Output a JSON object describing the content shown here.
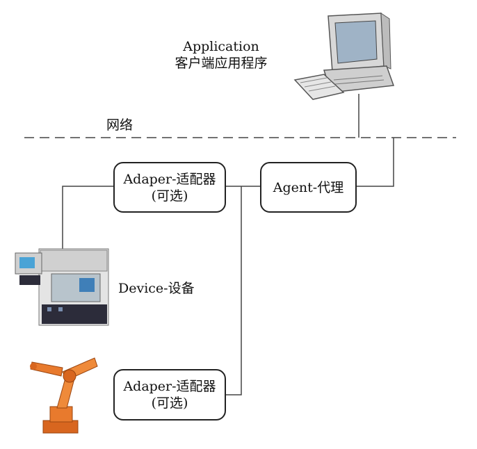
{
  "application": {
    "line1": "Application",
    "line2": "客户端应用程序"
  },
  "network": {
    "label": "网络"
  },
  "adapter_top": {
    "line1": "Adaper-适配器",
    "line2": "(可选)"
  },
  "agent": {
    "label": "Agent-代理"
  },
  "device": {
    "label": "Device-设备"
  },
  "adapter_bottom": {
    "line1": "Adaper-适配器",
    "line2": "(可选)"
  }
}
